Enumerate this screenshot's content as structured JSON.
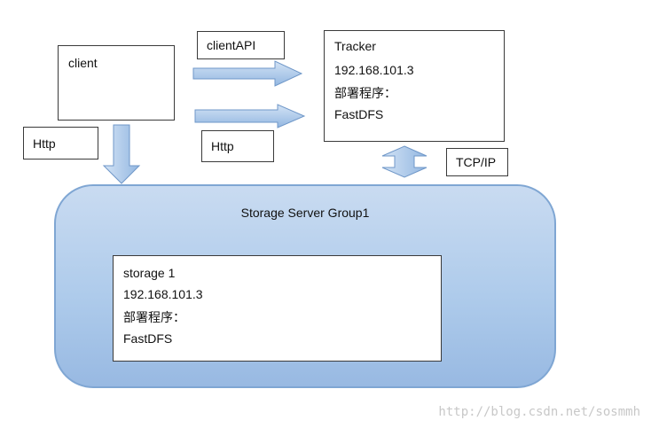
{
  "client": {
    "label": "client"
  },
  "client_http": {
    "label": "Http"
  },
  "client_api": {
    "label": "clientAPI"
  },
  "tracker_http": {
    "label": "Http"
  },
  "tracker": {
    "lines": [
      "Tracker",
      "192.168.101.3",
      "部署程序：",
      "FastDFS"
    ]
  },
  "tcpip": {
    "label": "TCP/IP"
  },
  "storage_group": {
    "title": "Storage Server Group1"
  },
  "storage": {
    "lines": [
      "storage 1",
      "192.168.101.3",
      "部署程序：",
      "FastDFS"
    ]
  },
  "watermark": "http://blog.csdn.net/sosmmh",
  "colors": {
    "arrow_fill": "#a9c6e8",
    "arrow_stroke": "#6f97c8",
    "group_border": "#7fa6d3"
  }
}
